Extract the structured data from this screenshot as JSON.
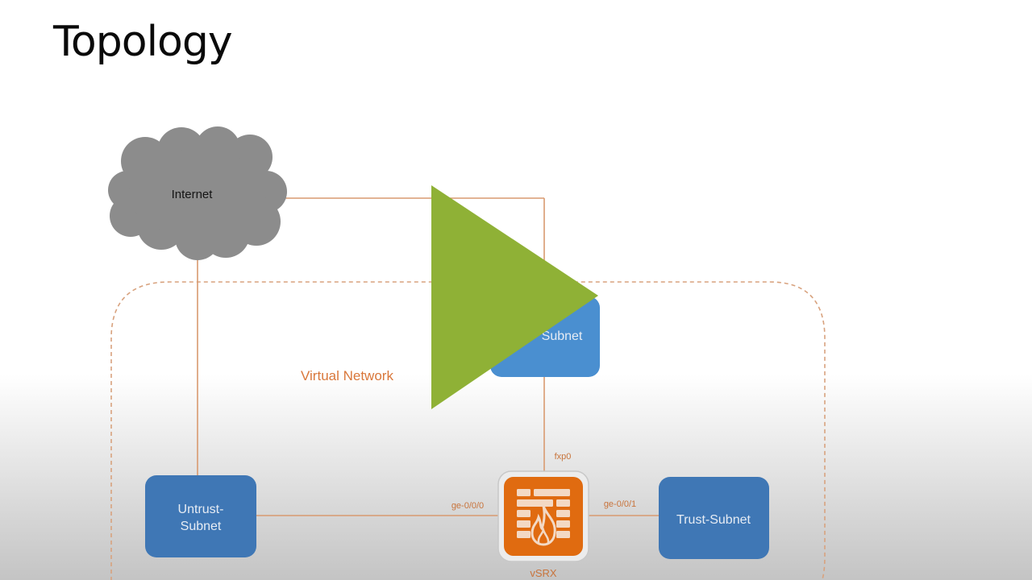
{
  "slide": {
    "title": "Topology"
  },
  "diagram": {
    "cloud": {
      "label": "Internet",
      "color": "#8c8c8c"
    },
    "virtual_network": {
      "label": "Virtual Network",
      "border_color": "#d8a27e"
    },
    "nodes": {
      "management_subnet": {
        "label": "Subnet",
        "color": "#4a8fd0"
      },
      "untrust_subnet": {
        "label_line1": "Untrust-",
        "label_line2": "Subnet",
        "color": "#3f77b5"
      },
      "trust_subnet": {
        "label": "Trust-Subnet",
        "color": "#3f77b5"
      },
      "vsrx": {
        "label": "vSRX",
        "color": "#e06b10"
      }
    },
    "ports": {
      "fxp0": "fxp0",
      "ge_0_0_0": "ge-0/0/0",
      "ge_0_0_1": "ge-0/0/1"
    },
    "link_color": "#d99a70"
  },
  "player": {
    "play_icon": "play-icon",
    "play_color": "#8fb136"
  }
}
